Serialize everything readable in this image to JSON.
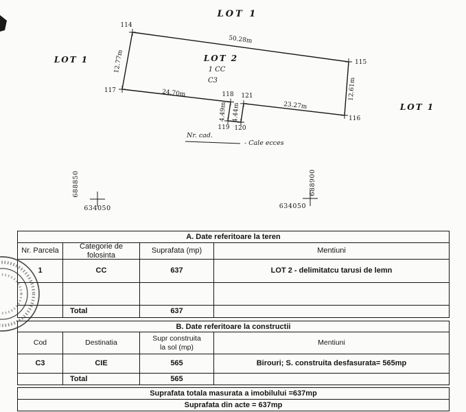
{
  "plan": {
    "lot1_top": "LOT 1",
    "lot1_left": "LOT 1",
    "lot1_right": "LOT 1",
    "lot2": "LOT 2",
    "parcel_code": "1 CC",
    "building_code": "C3",
    "points": {
      "p114": "114",
      "p115": "115",
      "p116": "116",
      "p117": "117",
      "p118": "118",
      "p119": "119",
      "p120": "120",
      "p121": "121"
    },
    "measurements": {
      "top": "50.28m",
      "left": "12.77m",
      "bottom_left": "24.70m",
      "bottom_right": "23.27m",
      "right": "12.61m",
      "notch_left": "4.49m",
      "notch_right": "4.44m"
    },
    "nr_cad_label": "Nr. cad.",
    "access_label": "-  Cale ecces",
    "coords": {
      "left_northing": "688850",
      "right_northing": "688900",
      "left_easting": "634050",
      "right_easting": "634050"
    }
  },
  "table_a": {
    "title": "A. Date referitoare la teren",
    "headers": [
      "Nr. Parcela",
      "Categorie de folosinta",
      "Suprafata (mp)",
      "Mentiuni"
    ],
    "row": [
      "1",
      "CC",
      "637",
      "LOT 2  - delimitatcu tarusi de lemn"
    ],
    "total_label": "Total",
    "total_value": "637"
  },
  "table_b": {
    "title": "B. Date referitoare la constructii",
    "headers": [
      "Cod",
      "Destinatia",
      "Supr construita la sol (mp)",
      "Mentiuni"
    ],
    "row": [
      "C3",
      "CIE",
      "565",
      "Birouri; S. construita desfasurata= 565mp"
    ],
    "total_label": "Total",
    "total_value": "565"
  },
  "footer": {
    "line1": "Suprafata totala masurata a imobilului =637mp",
    "line2": "Suprafata din acte = 637mp"
  }
}
